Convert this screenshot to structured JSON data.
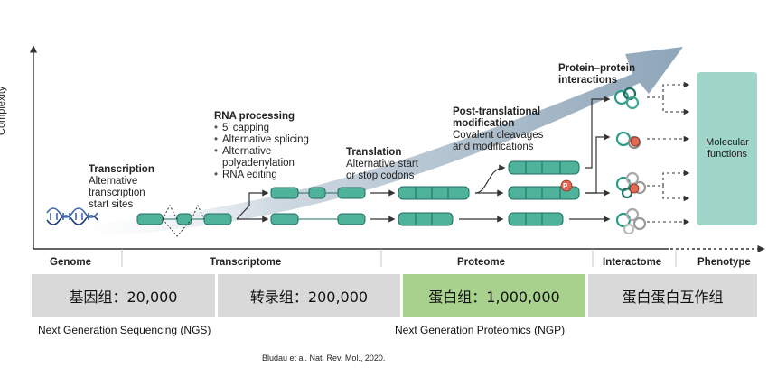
{
  "figure": {
    "y_axis_label": "Complexity",
    "stages": {
      "transcription": {
        "title": "Transcription",
        "lines": [
          "Alternative",
          "transcription",
          "start sites"
        ]
      },
      "rna_processing": {
        "title": "RNA processing",
        "bullets": [
          "5′ capping",
          "Alternative splicing",
          "Alternative",
          "polyadenylation",
          "RNA editing"
        ]
      },
      "translation": {
        "title": "Translation",
        "lines": [
          "Alternative start",
          "or stop codons"
        ]
      },
      "ptm": {
        "title_line1": "Post-translational",
        "title_line2": "modification",
        "lines": [
          "Covalent cleavages",
          "and modifications"
        ]
      },
      "ppi": {
        "title_line1": "Protein–protein",
        "title_line2": "interactions"
      },
      "functions": {
        "line1": "Molecular",
        "line2": "functions"
      }
    },
    "phosphate_label": "P",
    "x_categories": [
      "Genome",
      "Transcriptome",
      "Proteome",
      "Interactome",
      "Phenotype"
    ],
    "colors": {
      "teal": "#3fa893",
      "teal_dark": "#1f7a6a",
      "arrow_gray": "#9db2c2",
      "functions_box": "#9fd6c9",
      "proteome_box": "#a9d18e",
      "gray_box": "#d9d9d9",
      "phosphate": "#e06a55"
    }
  },
  "summary_boxes": [
    {
      "text": "基因组：20,000"
    },
    {
      "text": "转录组：200,000"
    },
    {
      "text": "蛋白组：1,000,000"
    },
    {
      "text": "蛋白蛋白互作组"
    }
  ],
  "notes": {
    "ngs": "Next Generation Sequencing (NGS)",
    "ngp": "Next Generation Proteomics (NGP)",
    "citation": "Bludau et al. Nat. Rev. Mol., 2020."
  }
}
